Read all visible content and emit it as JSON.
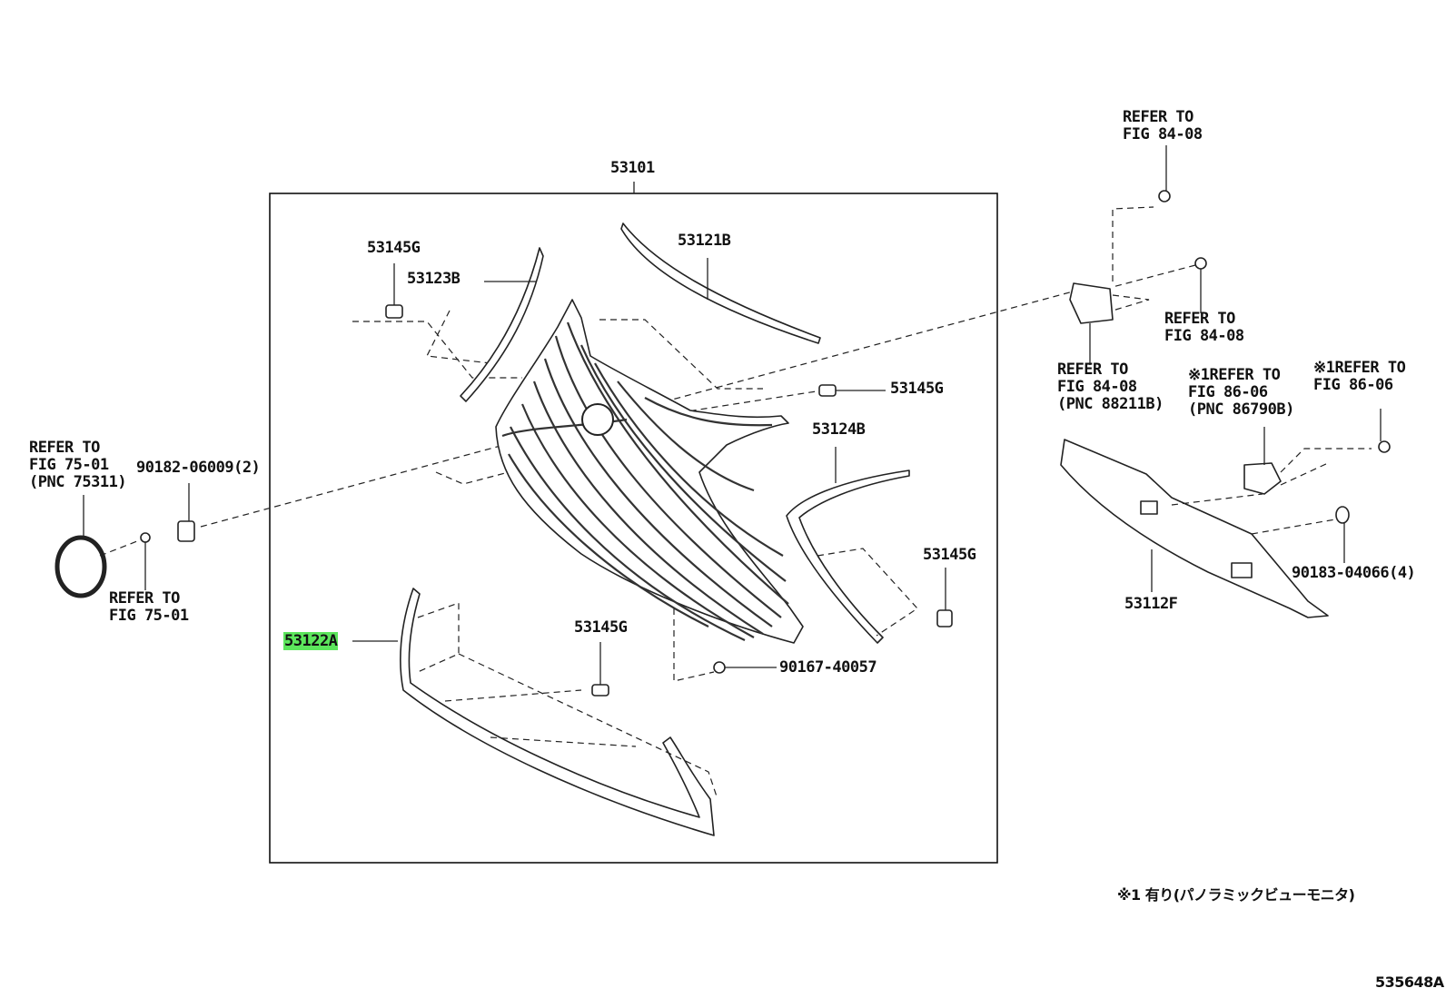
{
  "figure_code": "535648A",
  "assembly": {
    "part_no": "53101"
  },
  "footnote": "※1 有り(パノラミックビューモニタ)",
  "highlight_color": "#5ce65c",
  "labels": {
    "p53145g_a": "53145G",
    "p53123b": "53123B",
    "p53121b": "53121B",
    "p53145g_b": "53145G",
    "p53124b": "53124B",
    "p53145g_c": "53145G",
    "p53145g_d": "53145G",
    "p53122a": "53122A",
    "p90167": "90167-40057",
    "p90182": "90182-06009(2)",
    "p53112f": "53112F",
    "p90183": "90183-04066(4)",
    "ref_75_01_pnc": "REFER TO\nFIG 75-01\n(PNC 75311)",
    "ref_75_01": "REFER TO\nFIG 75-01",
    "ref_84_08_top": "REFER TO\nFIG 84-08",
    "ref_84_08_mid": "REFER TO\nFIG 84-08",
    "ref_84_08_pnc": "REFER TO\nFIG 84-08\n(PNC 88211B)",
    "ref_86_06_pnc": "※1REFER TO\nFIG 86-06\n(PNC 86790B)",
    "ref_86_06": "※1REFER TO\nFIG 86-06"
  }
}
